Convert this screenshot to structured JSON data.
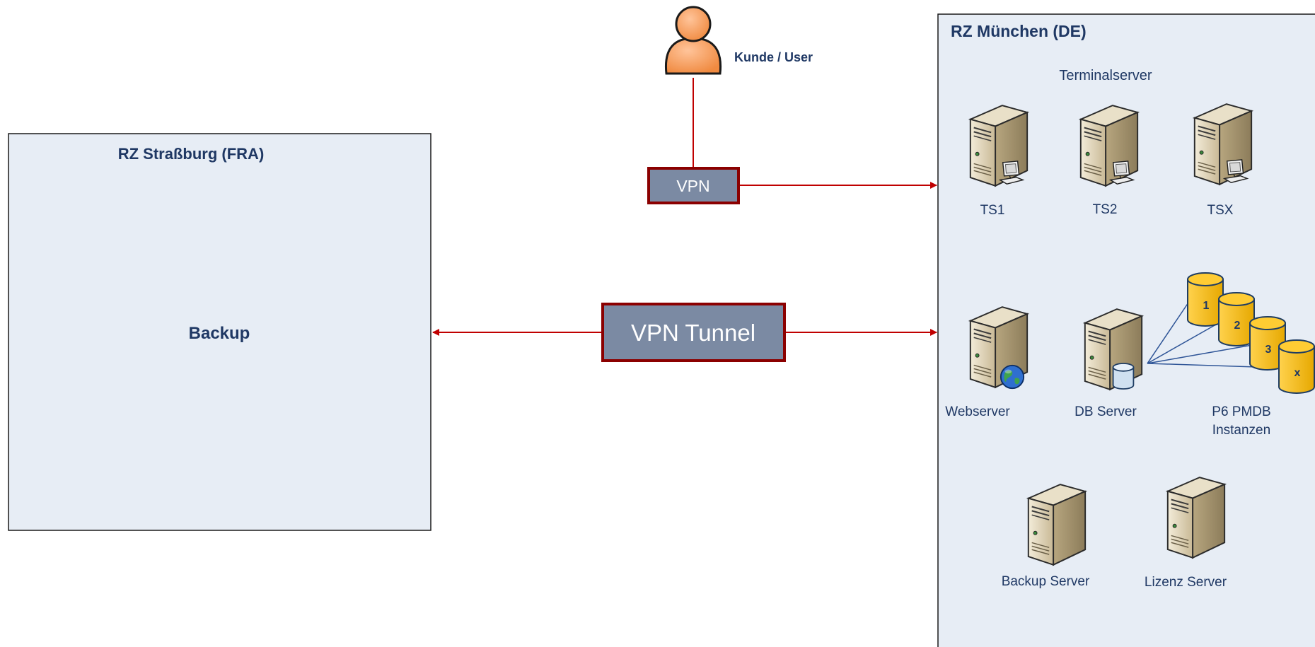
{
  "colors": {
    "box_fill": "#e7edf5",
    "box_stroke": "#1a1a1a",
    "connector": "#c00000",
    "vpn_fill": "#7b8aa3",
    "vpn_border": "#8b0000",
    "label": "#1f3864",
    "db_fill": "#ffc000"
  },
  "rz_strasbourg": {
    "title": "RZ Straßburg (FRA)",
    "content": "Backup"
  },
  "rz_munich": {
    "title": "RZ München (DE)",
    "group_label": "Terminalserver",
    "ts": [
      "TS1",
      "TS2",
      "TSX"
    ],
    "webserver": "Webserver",
    "db_server": "DB Server",
    "p6_line1": "P6 PMDB",
    "p6_line2": "Instanzen",
    "instances": [
      "1",
      "2",
      "3",
      "x"
    ],
    "backup_server": "Backup Server",
    "license_server": "Lizenz Server"
  },
  "user": {
    "label": "Kunde / User",
    "icon": "user-icon"
  },
  "vpn": {
    "label": "VPN"
  },
  "vpn_tunnel": {
    "label": "VPN Tunnel"
  }
}
